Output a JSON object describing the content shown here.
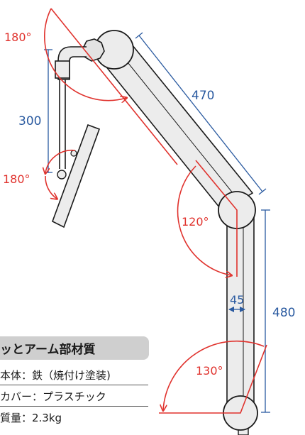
{
  "dimensions": {
    "arm_length": "470",
    "pole_height": "480",
    "vertical_reach": "300",
    "width": "45"
  },
  "angles": {
    "top_rotation": "180°",
    "tilt_rotation": "180°",
    "elbow": "120°",
    "base": "130°"
  },
  "specs": {
    "title": "ッとアーム部材質",
    "rows": [
      "本体：鉄（焼付け塗装)",
      "カバー：プラスチック",
      "質量：2.3kg"
    ]
  },
  "colors": {
    "dimension_lines": "#2a5aa0",
    "angle_arcs": "#e0322d",
    "arm_fill": "#ececec",
    "outline": "#1a1a1a",
    "spec_header": "#cfcfcf"
  }
}
